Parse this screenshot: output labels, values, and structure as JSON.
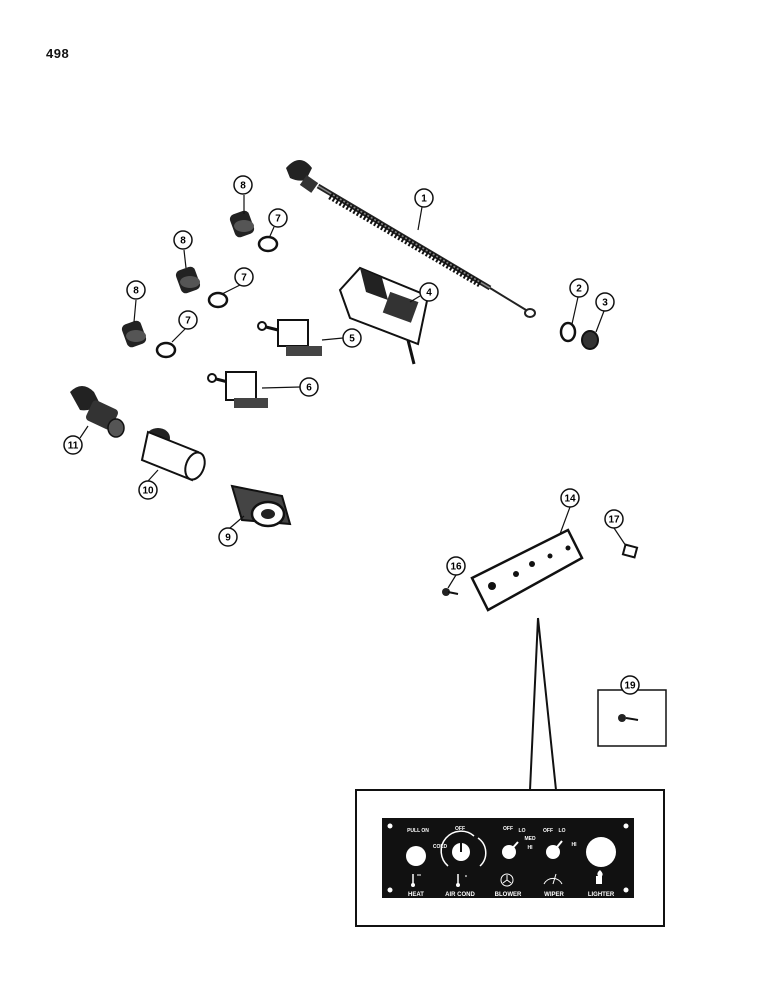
{
  "page": {
    "number": "498"
  },
  "callouts": [
    "1",
    "2",
    "3",
    "4",
    "5",
    "6",
    "7",
    "7",
    "7",
    "8",
    "8",
    "8",
    "9",
    "10",
    "11",
    "14",
    "16",
    "17",
    "19"
  ],
  "panel": {
    "labels": {
      "pull_on": "PULL ON",
      "heat": "HEAT",
      "air_cond": "AIR COND",
      "blower": "BLOWER",
      "wiper": "WIPER",
      "lighter": "LIGHTER"
    },
    "ac_dial": {
      "off": "OFF",
      "cold": "COLD"
    },
    "blower_dial": {
      "off": "OFF",
      "lo": "LO",
      "med": "MED",
      "hi": "HI"
    },
    "wiper_dial": {
      "off": "OFF",
      "lo": "LO",
      "hi": "HI"
    }
  }
}
